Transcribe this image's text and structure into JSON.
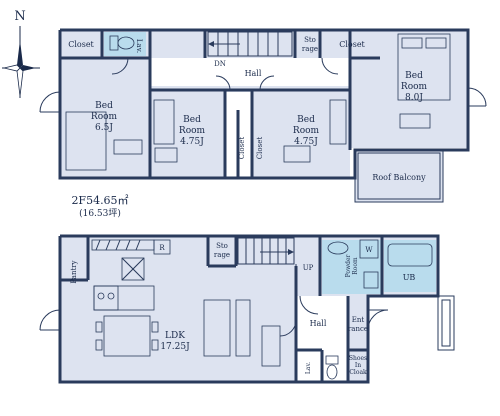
{
  "compass": {
    "north_label": "N"
  },
  "second_floor": {
    "area_label": "2F54.65㎡",
    "area_tsubo": "(16.53坪)",
    "rooms": {
      "closet_nw": "Closet",
      "lavatory": "Lav.",
      "downstairs": "DN",
      "hall": "Hall",
      "storage": "Sto\nrage",
      "closet_ne": "Closet",
      "bed_main": "Bed\nRoom\n8.0J",
      "bed_west": "Bed\nRoom\n6.5J",
      "bed_mid": "Bed\nRoom\n4.75J",
      "closet_a": "Closet",
      "closet_b": "Closet",
      "bed_east": "Bed\nRoom\n4.75J",
      "roof_balcony": "Roof Balcony"
    }
  },
  "first_floor": {
    "rooms": {
      "pantry": "Pantry",
      "refrigerator": "R",
      "storage": "Sto\nrage",
      "upstairs": "UP",
      "powder_room": "Powder\nRoom",
      "washer": "W",
      "unit_bath": "UB",
      "ldk": "LDK\n17.25J",
      "hall": "Hall",
      "entrance": "Ent\nrance",
      "lavatory": "Lav.",
      "shoes_cloak": "Shoes\nIn\nCloak"
    }
  },
  "colors": {
    "floor": "#dde3f0",
    "wet_area": "#b9dced",
    "wall": "#2a3b5c"
  }
}
